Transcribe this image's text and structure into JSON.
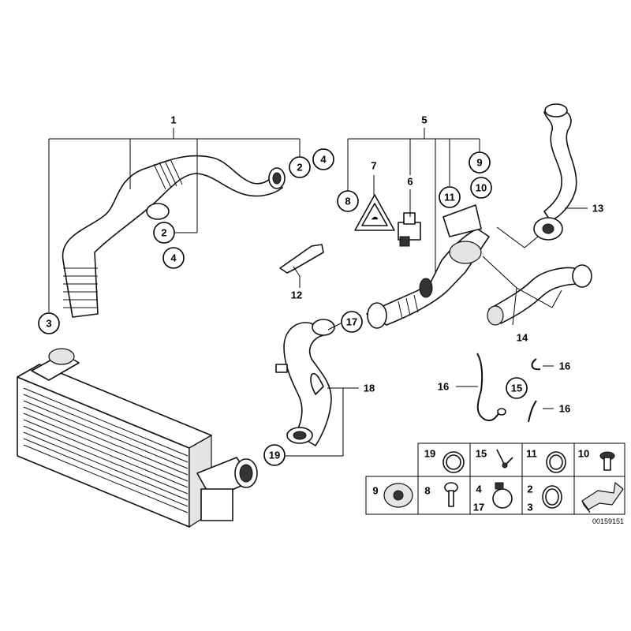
{
  "callouts": {
    "c1": "1",
    "c2a": "2",
    "c4a": "4",
    "c2b": "2",
    "c4b": "4",
    "c3": "3",
    "c5": "5",
    "c6": "6",
    "c7": "7",
    "c8": "8",
    "c9": "9",
    "c10": "10",
    "c11": "11",
    "c12": "12",
    "c13": "13",
    "c14": "14",
    "c15": "15",
    "c16a": "16",
    "c16b": "16",
    "c16c": "16",
    "c17": "17",
    "c18": "18",
    "c19": "19"
  },
  "legend_table": {
    "row1": [
      {
        "label": "19"
      },
      {
        "label": "15"
      },
      {
        "label": "11"
      },
      {
        "label": "10"
      }
    ],
    "row2": [
      {
        "label": "9"
      },
      {
        "label": "8"
      },
      {
        "label_top": "4",
        "label_bottom": "17"
      },
      {
        "label_top": "2",
        "label_bottom": "3"
      }
    ]
  },
  "diagram_id": "00159151"
}
